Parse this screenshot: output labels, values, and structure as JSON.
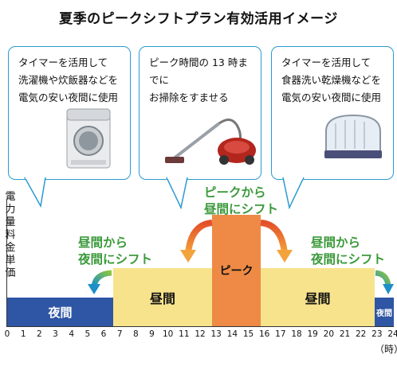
{
  "title": "夏季のピークシフトプラン有効活用イメージ",
  "bubbles": [
    {
      "lines": [
        "タイマーを活用して",
        "洗濯機や炊飯器などを",
        "電気の安い夜間に使用"
      ],
      "icon": "washing-machine-icon"
    },
    {
      "lines": [
        "ピーク時間の 13 時までに",
        "お掃除をすませる"
      ],
      "icon": "vacuum-cleaner-icon"
    },
    {
      "lines": [
        "タイマーを活用して",
        "食器洗い乾燥機などを",
        "電気の安い夜間に使用"
      ],
      "icon": "dish-dryer-icon"
    }
  ],
  "y_axis_label": "電力量料金単価",
  "periods": [
    {
      "label": "夜間",
      "start": 0,
      "end": 7,
      "level": "low",
      "color": "#2f56a4"
    },
    {
      "label": "昼間",
      "start": 7,
      "end": 13,
      "level": "mid",
      "color": "#f7e38c"
    },
    {
      "label": "ピーク",
      "start": 13,
      "end": 16,
      "level": "high",
      "color": "#ee8a45"
    },
    {
      "label": "昼間",
      "start": 16,
      "end": 23,
      "level": "mid",
      "color": "#f7e38c"
    },
    {
      "label": "夜間",
      "start": 23,
      "end": 24,
      "level": "low",
      "color": "#2f56a4"
    }
  ],
  "shifts": {
    "left": [
      "昼間から",
      "夜間にシフト"
    ],
    "peak": [
      "ピークから",
      "昼間にシフト"
    ],
    "right": [
      "昼間から",
      "夜間にシフト"
    ]
  },
  "hour_ticks": [
    "0",
    "1",
    "2",
    "3",
    "4",
    "5",
    "6",
    "7",
    "8",
    "9",
    "10",
    "11",
    "12",
    "13",
    "14",
    "15",
    "16",
    "17",
    "18",
    "19",
    "20",
    "21",
    "22",
    "23",
    "24"
  ],
  "time_unit": "（時）",
  "colors": {
    "night": "#2f56a4",
    "day": "#f7e38c",
    "peak": "#ee8a45",
    "shift_text": "#3c9a3c",
    "bubble_border": "#2b9bd0"
  }
}
